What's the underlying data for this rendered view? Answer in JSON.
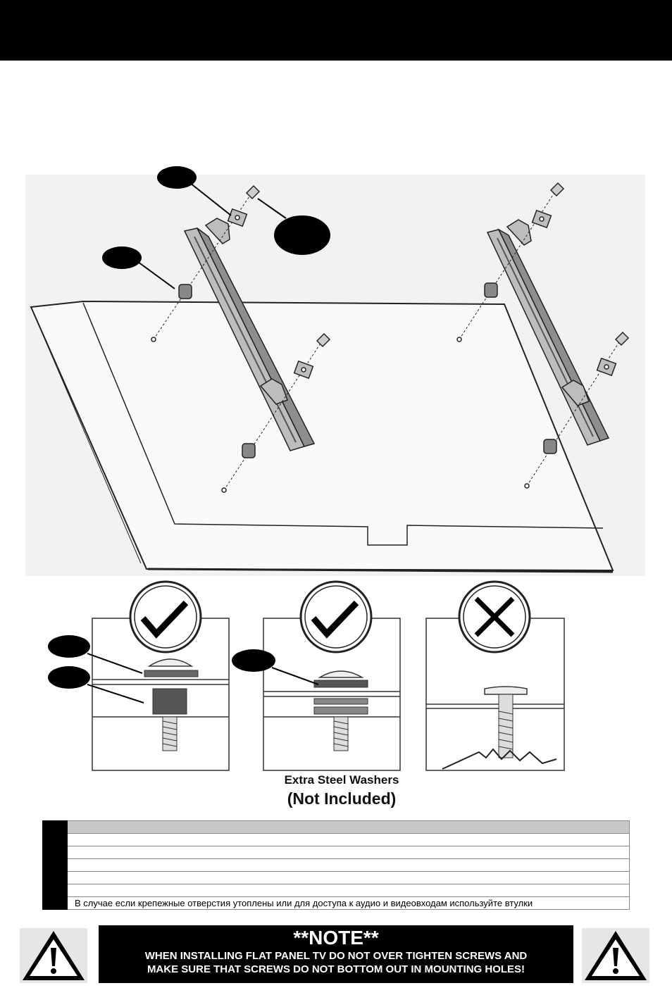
{
  "captions": {
    "washers": "Extra Steel Washers",
    "not_included": "(Not Included)"
  },
  "legend": {
    "rows": [
      "",
      "",
      "",
      "",
      "",
      "",
      "В случае  если крепежные отверстия утоплены  или для доступа к аудио  и видеовходам используйте втулки"
    ]
  },
  "note": {
    "title": "**NOTE**",
    "line1": "WHEN INSTALLING FLAT PANEL TV DO NOT OVER TIGHTEN SCREWS AND",
    "line2": "MAKE SURE THAT SCREWS DO NOT BOTTOM OUT IN MOUNTING HOLES!"
  },
  "icons": {
    "left": "warning-triangle-icon",
    "right": "warning-triangle-icon",
    "check": "checkmark-icon",
    "cross": "x-mark-icon"
  },
  "colors": {
    "ink": "#000000",
    "bracket": "#bdbdbd",
    "legend_header": "#c8c8c8"
  }
}
